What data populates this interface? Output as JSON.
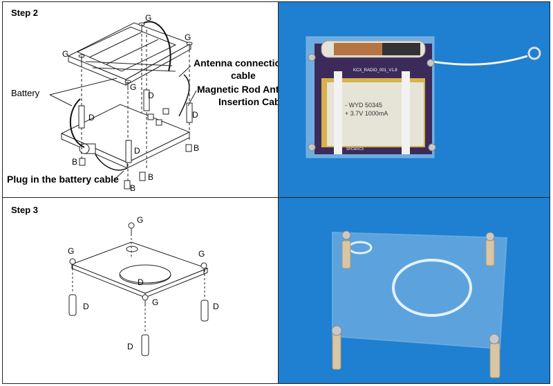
{
  "step2": {
    "title": "Step 2",
    "labels": {
      "battery": "Battery",
      "antenna_connection_1": "Antenna connection",
      "antenna_connection_2": "cable",
      "magnetic_rod_1": "Magnetic Rod Antenna",
      "magnetic_rod_2": "Insertion Cable",
      "plug_battery": "Plug in the battery cable",
      "part_g": "G",
      "part_d": "D",
      "part_b": "B"
    },
    "photo": {
      "board_text": "KCX_RADIO_001_V1.8",
      "battery_line1": "- WYD  50345",
      "battery_line2": "+ 3.7V  1000mA",
      "small_text": "SPCWXCX"
    }
  },
  "step3": {
    "title": "Step 3",
    "labels": {
      "part_g": "G",
      "part_d": "D"
    }
  },
  "colors": {
    "background_photo": "#1976c8",
    "pcb": "#3c2a5a",
    "battery": "#d6b24a",
    "line": "#222222"
  }
}
